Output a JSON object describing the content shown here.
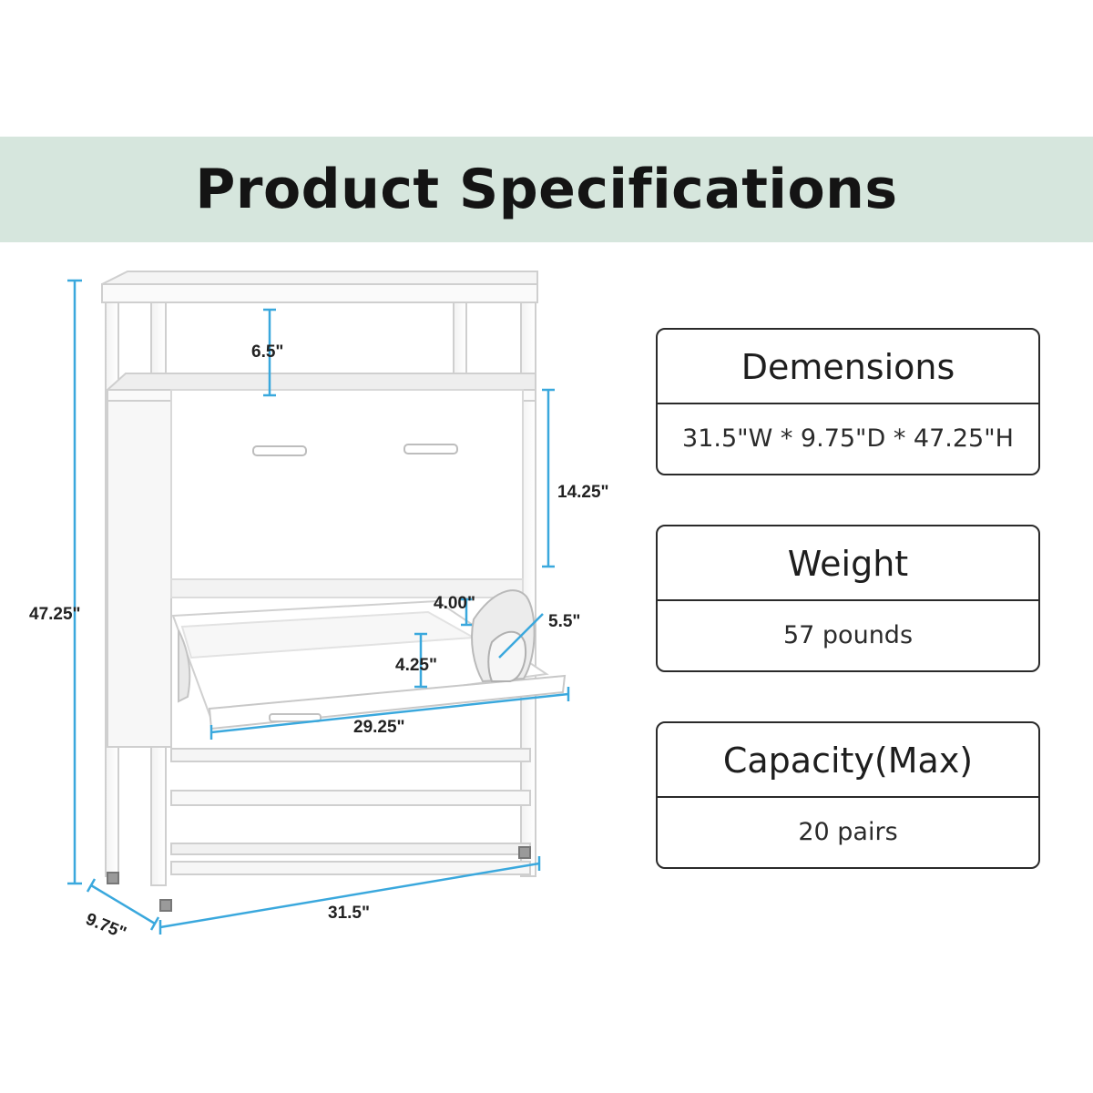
{
  "banner": {
    "title": "Product Specifications"
  },
  "accent_color": "#3aa8dd",
  "banner_color": "#d6e6dd",
  "figure": {
    "dimensions": {
      "total_height": "47.25\"",
      "width": "31.5\"",
      "depth": "9.75\"",
      "top_shelf_gap": "6.5\"",
      "flip_drawer_height": "14.25\"",
      "drawer_width": "29.25\"",
      "compartment_gap": "4.00\"",
      "compartment_depth": "5.5\"",
      "lower_gap": "4.25\""
    }
  },
  "specs": [
    {
      "label": "Demensions",
      "value": "31.5\"W * 9.75\"D * 47.25\"H"
    },
    {
      "label": "Weight",
      "value": "57 pounds"
    },
    {
      "label": "Capacity(Max)",
      "value": "20 pairs"
    }
  ]
}
